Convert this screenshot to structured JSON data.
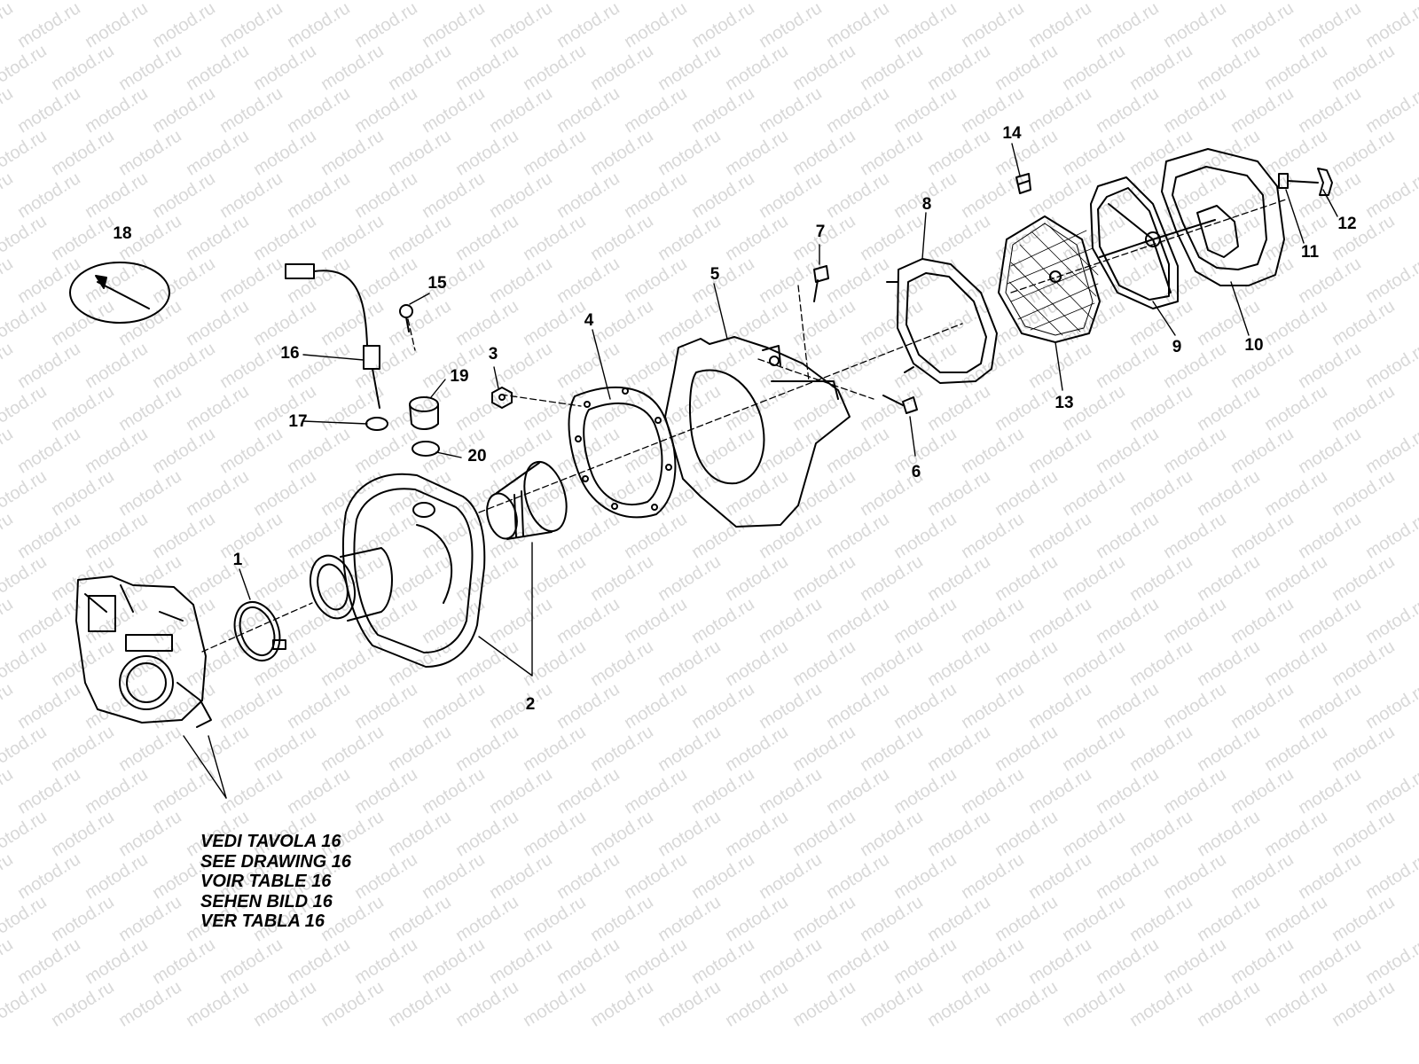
{
  "watermark": "motod.ru",
  "callouts": [
    {
      "id": "1",
      "label": "1"
    },
    {
      "id": "2",
      "label": "2"
    },
    {
      "id": "3",
      "label": "3"
    },
    {
      "id": "4",
      "label": "4"
    },
    {
      "id": "5",
      "label": "5"
    },
    {
      "id": "6",
      "label": "6"
    },
    {
      "id": "7",
      "label": "7"
    },
    {
      "id": "8",
      "label": "8"
    },
    {
      "id": "9",
      "label": "9"
    },
    {
      "id": "10",
      "label": "10"
    },
    {
      "id": "11",
      "label": "11"
    },
    {
      "id": "12",
      "label": "12"
    },
    {
      "id": "13",
      "label": "13"
    },
    {
      "id": "14",
      "label": "14"
    },
    {
      "id": "15",
      "label": "15"
    },
    {
      "id": "16",
      "label": "16"
    },
    {
      "id": "17",
      "label": "17"
    },
    {
      "id": "18",
      "label": "18"
    },
    {
      "id": "19",
      "label": "19"
    },
    {
      "id": "20",
      "label": "20"
    }
  ],
  "reference_note": [
    "VEDI TAVOLA 16",
    "SEE DRAWING 16",
    "VOIR TABLE 16",
    "SEHEN BILD 16",
    "VER TABLA 16"
  ]
}
